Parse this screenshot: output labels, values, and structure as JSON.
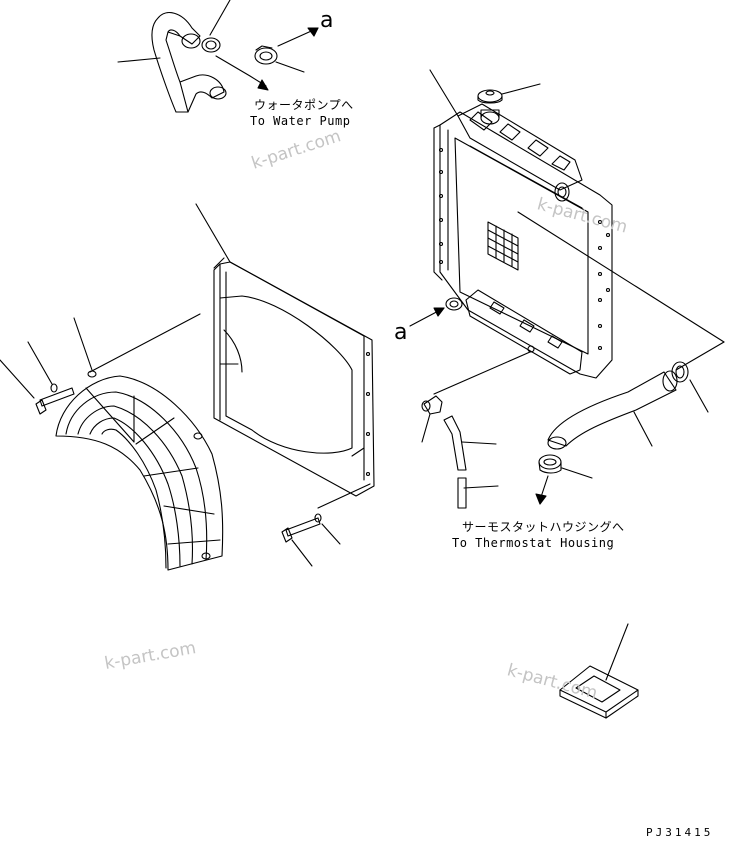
{
  "labels": {
    "water_pump_ja": "ウォータポンプへ",
    "water_pump_en": "To Water Pump",
    "thermostat_ja": "サーモスタットハウジングへ",
    "thermostat_en": "To Thermostat Housing",
    "ref_a_top": "a",
    "ref_a_left": "a"
  },
  "watermark": "k-part.com",
  "drawing_code": "PJ31415"
}
